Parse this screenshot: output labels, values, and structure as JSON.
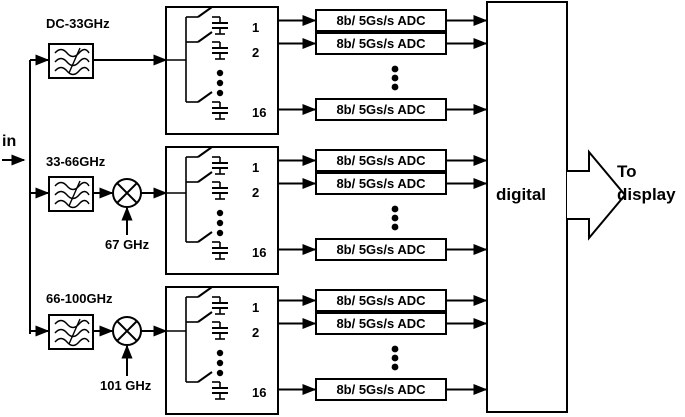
{
  "input_label": "in",
  "bands": [
    {
      "filter_label": "DC-33GHz",
      "lo_label": "",
      "channel_labels": [
        "1",
        "2",
        "16"
      ],
      "adc_labels": [
        "8b/ 5Gs/s ADC",
        "8b/ 5Gs/s ADC",
        "8b/ 5Gs/s ADC"
      ]
    },
    {
      "filter_label": "33-66GHz",
      "lo_label": "67 GHz",
      "channel_labels": [
        "1",
        "2",
        "16"
      ],
      "adc_labels": [
        "8b/ 5Gs/s ADC",
        "8b/ 5Gs/s ADC",
        "8b/ 5Gs/s ADC"
      ]
    },
    {
      "filter_label": "66-100GHz",
      "lo_label": "101 GHz",
      "channel_labels": [
        "1",
        "2",
        "16"
      ],
      "adc_labels": [
        "8b/ 5Gs/s ADC",
        "8b/ 5Gs/s ADC",
        "8b/ 5Gs/s ADC"
      ]
    }
  ],
  "digital_label": "digital",
  "output_label_line1": "To",
  "output_label_line2": "display",
  "colors": {
    "stroke": "#000000",
    "background": "#ffffff"
  }
}
